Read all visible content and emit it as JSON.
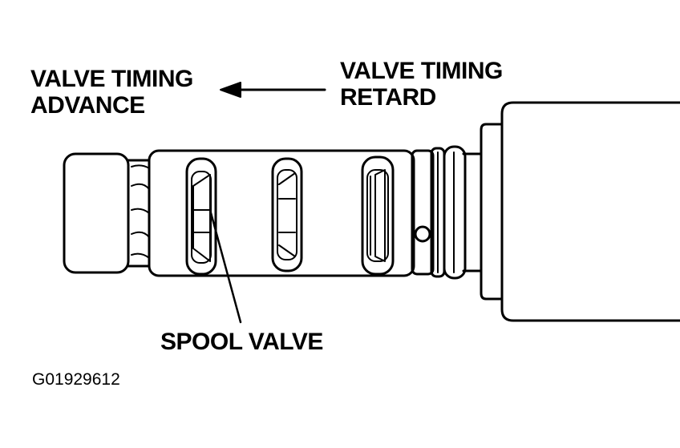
{
  "labels": {
    "advance_line1": "VALVE TIMING",
    "advance_line2": "ADVANCE",
    "retard_line1": "VALVE TIMING",
    "retard_line2": "RETARD",
    "spool": "SPOOL VALVE",
    "figure_code": "G01929612"
  },
  "colors": {
    "ink": "#000000",
    "paper": "#ffffff"
  }
}
